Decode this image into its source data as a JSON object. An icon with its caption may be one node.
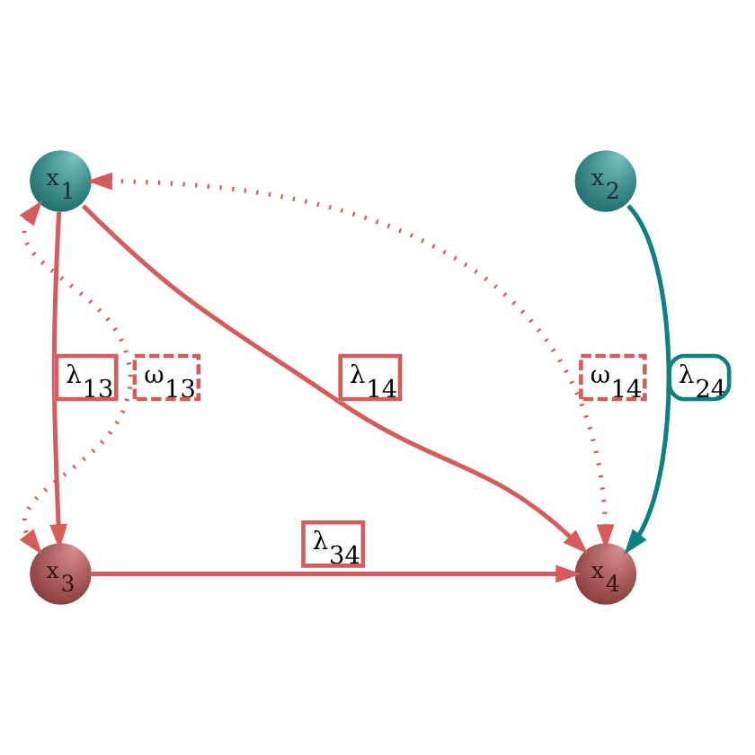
{
  "diagram": {
    "nodes": [
      {
        "text": [
          "x$_{1}$"
        ]
      },
      {
        "text": [
          "x$_{2}$"
        ]
      },
      {
        "text": [
          "x$_{3}$"
        ]
      },
      {
        "text": [
          "x$_{4}$"
        ]
      }
    ],
    "edges": [
      {
        "from": 0,
        "to": 2,
        "arrow": "to",
        "label": "λ$_{13}$"
      },
      {
        "from": 0,
        "to": 3,
        "arrow": "to",
        "label": "λ$_{14}$"
      },
      {
        "from": 2,
        "to": 3,
        "arrow": "to",
        "label": "λ$_{34}$"
      },
      {
        "from": 1,
        "to": 3,
        "arrow": "to",
        "label": "λ$_{24}$",
        "color": "#0f8080"
      },
      {
        "from": 0,
        "to": 2,
        "arrow": "both",
        "label": "ω$_{13}$",
        "style": "dashed"
      },
      {
        "from": 3,
        "to": 0,
        "arrow": "both",
        "label": "ω$_{14}$",
        "style": "dashed"
      }
    ]
  }
}
